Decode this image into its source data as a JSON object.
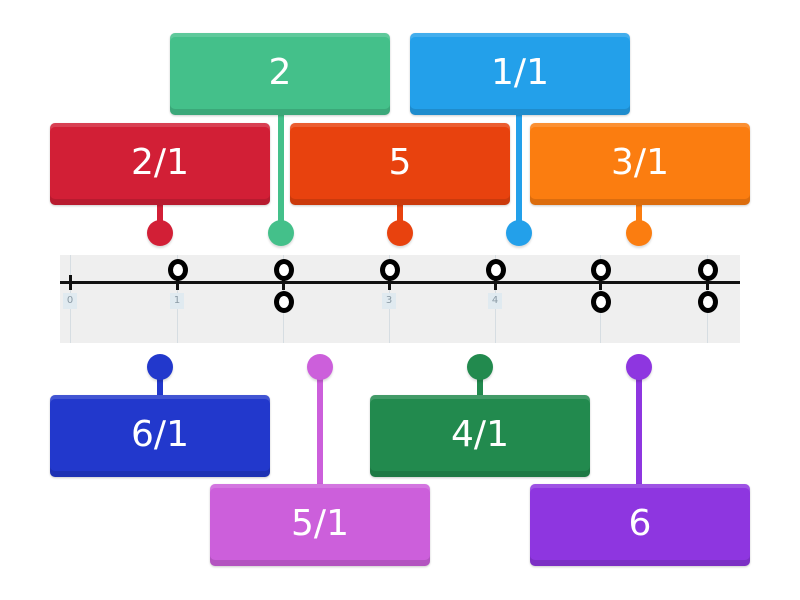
{
  "number_line": {
    "tick_labels": [
      "0",
      "1",
      "3",
      "4"
    ]
  },
  "labels": [
    {
      "text": "2",
      "color": "#44c08a"
    },
    {
      "text": "1/1",
      "color": "#23a0ea"
    },
    {
      "text": "2/1",
      "color": "#d21f36"
    },
    {
      "text": "5",
      "color": "#e8420e"
    },
    {
      "text": "3/1",
      "color": "#fb7d10"
    },
    {
      "text": "6/1",
      "color": "#2238cc"
    },
    {
      "text": "5/1",
      "color": "#cc5fdb"
    },
    {
      "text": "4/1",
      "color": "#228a4e"
    },
    {
      "text": "6",
      "color": "#8e36e0"
    }
  ]
}
